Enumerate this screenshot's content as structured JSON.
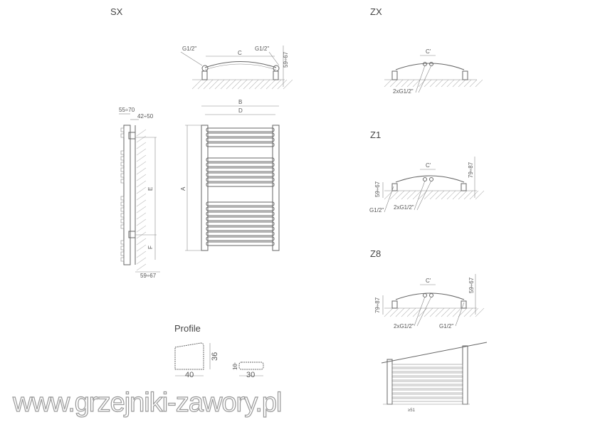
{
  "sections": {
    "sx": "SX",
    "zx": "ZX",
    "z1": "Z1",
    "z8": "Z8",
    "profile": "Profile"
  },
  "sx_top": {
    "g_left": "G1/2\"",
    "g_right": "G1/2\"",
    "c": "C",
    "height": "59÷67"
  },
  "sx_side": {
    "depth": "55÷70",
    "wall": "42÷50",
    "e": "E",
    "f": "F",
    "bottom": "59÷67"
  },
  "sx_front": {
    "b": "B",
    "d": "D",
    "a": "A"
  },
  "zx": {
    "c": "C'",
    "conn": "2xG1/2\""
  },
  "z1": {
    "c": "C'",
    "left_h": "59÷67",
    "right_h": "79÷87",
    "g": "G1/2\"",
    "conn": "2xG1/2\""
  },
  "z8": {
    "c": "C'",
    "left_h": "79÷87",
    "right_h": "59÷67",
    "g": "G1/2\"",
    "conn": "2xG1/2\""
  },
  "profile": {
    "h1": "36",
    "w1": "40",
    "h2": "10",
    "w2": "30"
  },
  "perspective": {
    "gap": "≥51"
  },
  "watermark": "www.grzejniki-zawory.pl"
}
